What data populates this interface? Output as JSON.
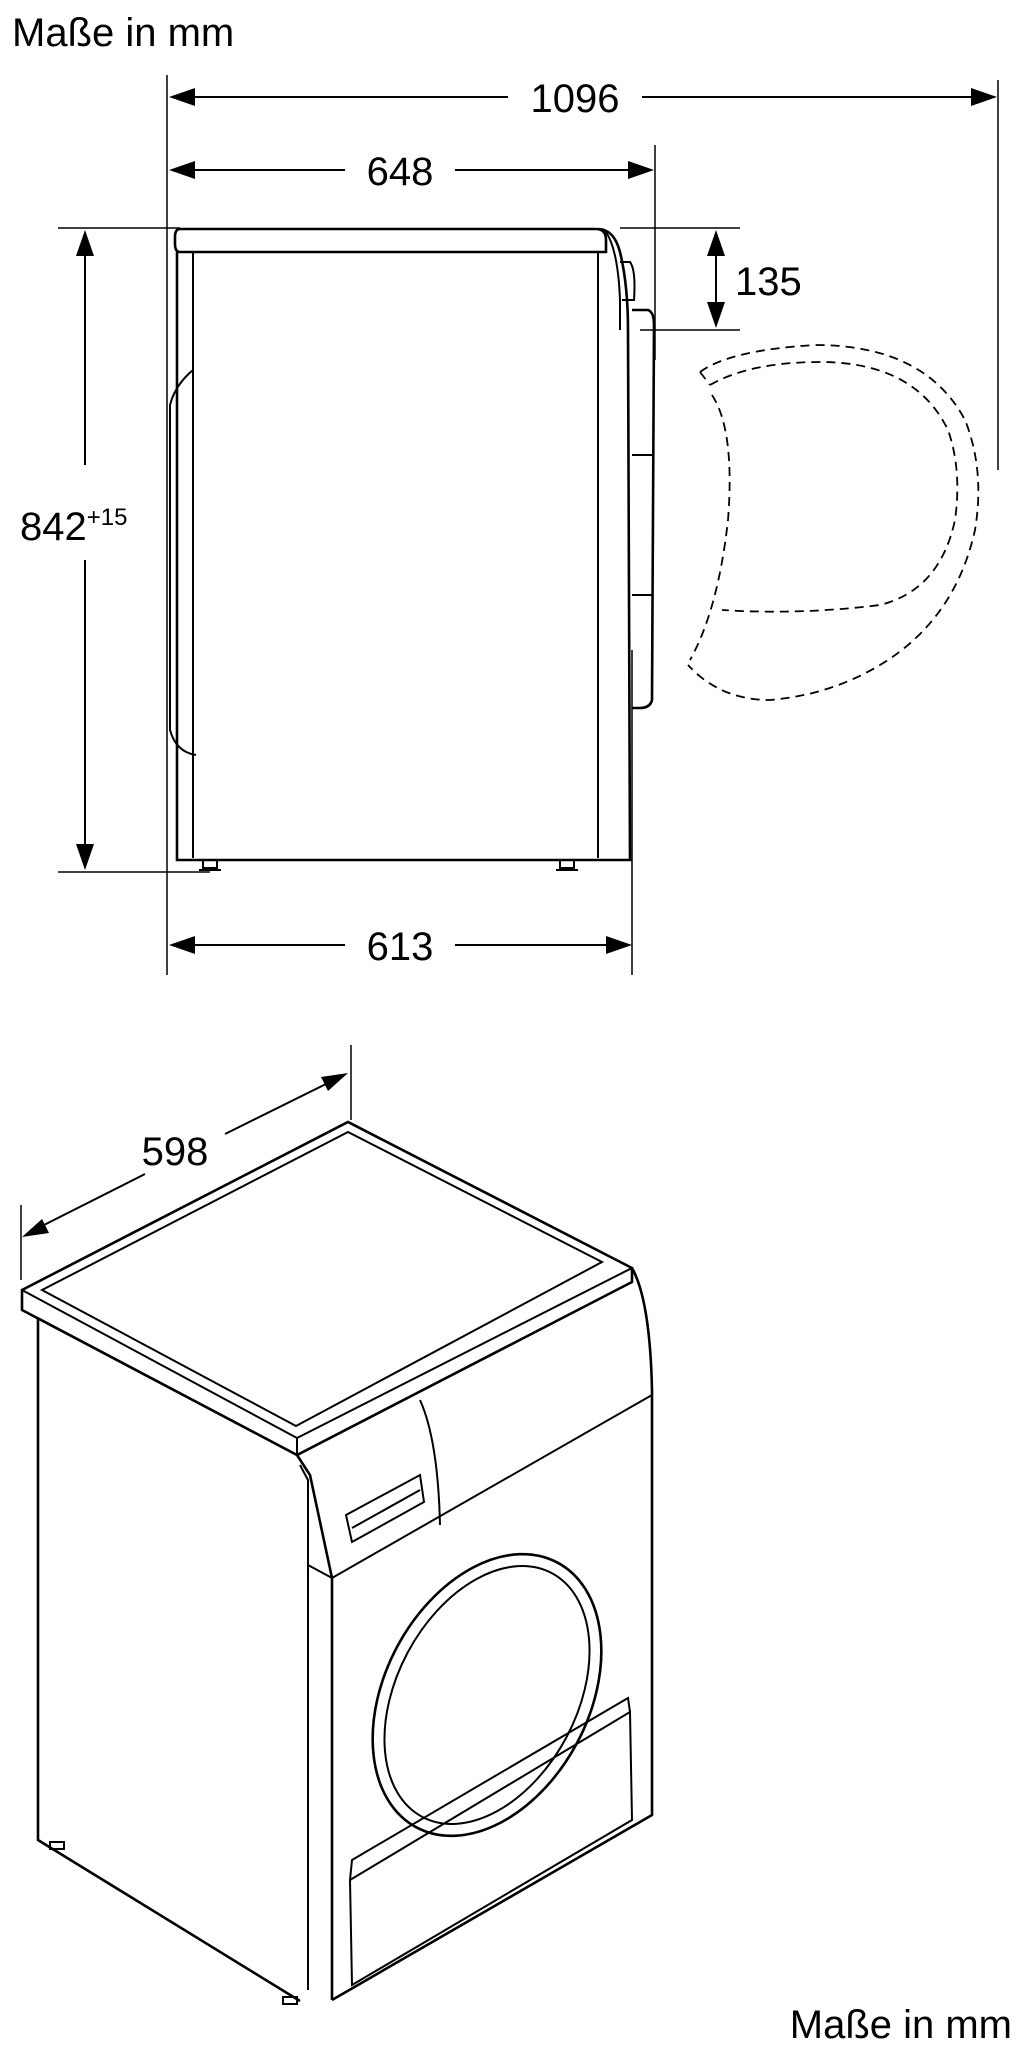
{
  "labels": {
    "unit_top": "Maße in mm",
    "unit_bottom": "Maße in mm"
  },
  "dimensions": {
    "depth_door_open": "1096",
    "depth_total": "648",
    "top_to_door": "135",
    "height": "842",
    "height_tolerance": "+15",
    "depth_body": "613",
    "width": "598"
  }
}
